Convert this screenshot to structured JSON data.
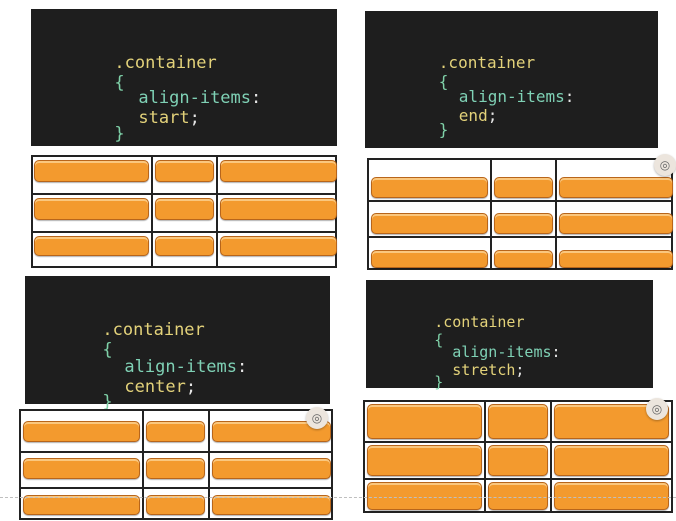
{
  "panels": [
    {
      "selector": ".container",
      "open_brace": "{",
      "property": "align-items",
      "colon": ":",
      "value": "start",
      "semicolon": ";",
      "close_brace": "}"
    },
    {
      "selector": ".container",
      "open_brace": "{",
      "property": "align-items",
      "colon": ":",
      "value": "end",
      "semicolon": ";",
      "close_brace": "}"
    },
    {
      "selector": ".container",
      "open_brace": "{",
      "property": "align-items",
      "colon": ":",
      "value": "center",
      "semicolon": ";",
      "close_brace": "}"
    },
    {
      "selector": ".container",
      "open_brace": "{",
      "property": "align-items",
      "colon": ":",
      "value": "stretch",
      "semicolon": ";",
      "close_brace": "}"
    }
  ],
  "colors": {
    "code_background": "#1e1e1e",
    "selector": "#e3d27a",
    "property": "#7fd1b5",
    "value": "#e3d27a",
    "item_fill": "#f39a2e",
    "grid_line": "#222222"
  },
  "icons": {
    "image_search": "image-search-icon"
  }
}
